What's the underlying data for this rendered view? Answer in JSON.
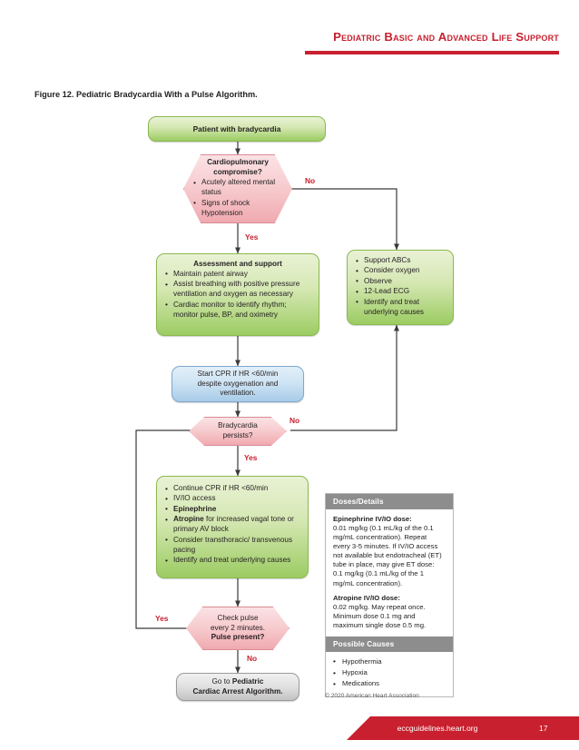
{
  "header": {
    "title": "Pediatric Basic and Advanced Life Support"
  },
  "figure": {
    "caption": "Figure 12.   Pediatric Bradycardia With a Pulse Algorithm."
  },
  "flowchart": {
    "start": {
      "label": "Patient with bradycardia"
    },
    "decision1": {
      "title": "Cardiopulmonary compromise?",
      "bullets": [
        "Acutely altered mental status",
        "Signs of shock",
        "Hypotension"
      ],
      "yes_label": "Yes",
      "no_label": "No"
    },
    "assessment": {
      "title": "Assessment and support",
      "bullets": [
        "Maintain patent airway",
        "Assist breathing with positive pressure ventilation and oxygen as necessary",
        "Cardiac monitor to identify rhythm; monitor pulse, BP, and oximetry"
      ]
    },
    "support": {
      "bullets": [
        "Support ABCs",
        "Consider oxygen",
        "Observe",
        "12-Lead ECG",
        "Identify and treat underlying causes"
      ]
    },
    "cpr": {
      "line1": "Start CPR if HR <60/min",
      "line2": "despite oxygenation and",
      "line3": "ventilation."
    },
    "decision2": {
      "line1": "Bradycardia",
      "line2": "persists?",
      "yes_label": "Yes",
      "no_label": "No"
    },
    "treatment": {
      "bullets": [
        "Continue CPR if HR <60/min",
        "IV/IO access",
        "Epinephrine",
        "Atropine for increased vagal tone or primary AV block",
        "Consider transthoracic/ transvenous pacing",
        "Identify and treat underlying causes"
      ],
      "bold_terms": [
        "Epinephrine",
        "Atropine"
      ]
    },
    "decision3": {
      "line1": "Check pulse",
      "line2": "every 2 minutes.",
      "line3": "Pulse present?",
      "yes_label": "Yes",
      "no_label": "No"
    },
    "end": {
      "line1_prefix": "Go to ",
      "line1_bold": "Pediatric",
      "line2_bold": "Cardiac Arrest Algorithm."
    }
  },
  "panel": {
    "doses_header": "Doses/Details",
    "epinephrine_title": "Epinephrine IV/IO dose:",
    "epinephrine_body": "0.01 mg/kg (0.1 mL/kg of the 0.1 mg/mL concentration). Repeat every 3-5 minutes. If IV/IO access not available but endotracheal (ET) tube in place, may give ET dose: 0.1 mg/kg (0.1 mL/kg of the 1 mg/mL concentration).",
    "atropine_title": "Atropine IV/IO dose:",
    "atropine_body": "0.02 mg/kg. May repeat once. Minimum dose 0.1 mg and maximum single dose 0.5 mg.",
    "causes_header": "Possible Causes",
    "causes": [
      "Hypothermia",
      "Hypoxia",
      "Medications"
    ]
  },
  "copyright": "© 2020 American Heart Association",
  "footer": {
    "url": "eccguidelines.heart.org",
    "page": "17"
  },
  "colors": {
    "brand_red": "#c8202e",
    "green_box": "#9ccc63",
    "pink_hex": "#f0aab0",
    "blue_box": "#a8cbe8",
    "gray_box": "#c4c4c4",
    "panel_header": "#8d8d8d"
  }
}
